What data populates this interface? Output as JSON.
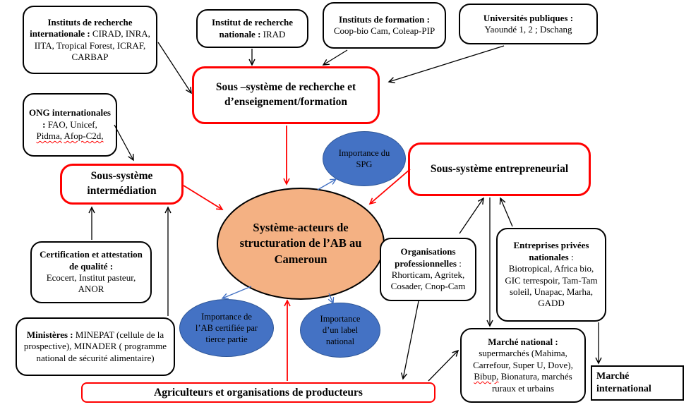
{
  "colors": {
    "accent_red": "#ff0000",
    "ellipse_blue": "#4472c4",
    "ellipse_blue_border": "#2e5697",
    "center_orange": "#f4b183",
    "arrow_black": "#000000",
    "arrow_blue": "#4472c4"
  },
  "nodes": {
    "research_international": {
      "title": "Instituts de recherche internationale :",
      "body": "CIRAD, INRA, IITA, Tropical Forest, ICRAF, CARBAP"
    },
    "research_national": {
      "title": "Institut de recherche nationale :",
      "body": "IRAD"
    },
    "training_institutes": {
      "title": "Instituts de formation :",
      "body": "Coop-bio Cam, Coleap-PIP"
    },
    "public_universities": {
      "title": "Universités publiques :",
      "body": "Yaoundé 1, 2 ; Dschang"
    },
    "research_subsystem": {
      "title": "Sous –système  de recherche et d’enseignement/formation"
    },
    "ong": {
      "title": "ONG internationales :",
      "body_start": "FAO, Unicef,",
      "misspelled1": "Pidma,",
      "misspelled2": "Afop-C2d,"
    },
    "intermediation_subsystem": {
      "title": "Sous-système intermédiation"
    },
    "spg": {
      "label": "Importance du SPG"
    },
    "entrepreneurial_subsystem": {
      "title": "Sous-système entrepreneurial"
    },
    "center": {
      "label": "Système-acteurs de structuration de l’AB au Cameroun"
    },
    "certification": {
      "title": "Certification et attestation de qualité :",
      "body": "Ecocert, Institut pasteur, ANOR"
    },
    "ministries": {
      "title": "Ministères :",
      "body": "MINEPAT (cellule de la prospective), MINADER  ( programme national de sécurité alimentaire)"
    },
    "ab_certified": {
      "label": "Importance de l’AB certifiée par tierce partie"
    },
    "national_label": {
      "label": "Importance d’un label national"
    },
    "professional_orgs": {
      "title": "Organisations professionnelles",
      "colon": " :",
      "body": "Rhorticam, Agritek, Cosader, Cnop-Cam"
    },
    "private_companies": {
      "title": "Entreprises privées nationales",
      "colon": " :",
      "body": "Biotropical, Africa bio, GIC terrespoir, Tam-Tam soleil, Unapac,  Marha, GADD"
    },
    "national_market": {
      "title": "Marché national :",
      "body_start": "supermarchés (Mahima, Carrefour, Super U, Dove),",
      "misspelled": "Bibup,",
      "body_end": "Bionatura, marchés ruraux et urbains"
    },
    "international_market": {
      "label": "Marché international"
    },
    "farmers": {
      "label": "Agriculteurs et organisations de producteurs"
    }
  }
}
